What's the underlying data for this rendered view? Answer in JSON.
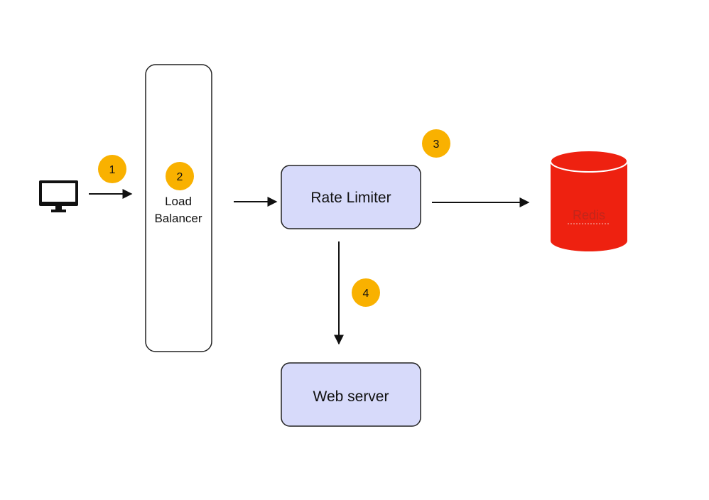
{
  "diagram": {
    "nodes": {
      "client": {
        "icon": "monitor-icon"
      },
      "load_balancer": {
        "label_line1": "Load",
        "label_line2": "Balancer"
      },
      "rate_limiter": {
        "label": "Rate Limiter"
      },
      "web_server": {
        "label": "Web server"
      },
      "redis": {
        "label": "Redis",
        "icon": "database-cylinder-icon"
      }
    },
    "steps": [
      "1",
      "2",
      "3",
      "4"
    ],
    "edges": [
      {
        "from": "client",
        "to": "load_balancer",
        "step": "1"
      },
      {
        "from": "load_balancer",
        "to": "rate_limiter"
      },
      {
        "from": "rate_limiter",
        "to": "redis",
        "step": "3"
      },
      {
        "from": "rate_limiter",
        "to": "web_server",
        "step": "4"
      }
    ],
    "colors": {
      "box_fill": "#d7dafa",
      "box_stroke": "#222222",
      "badge": "#f9b100",
      "redis_red": "#ee2110",
      "arrow": "#111111"
    }
  }
}
